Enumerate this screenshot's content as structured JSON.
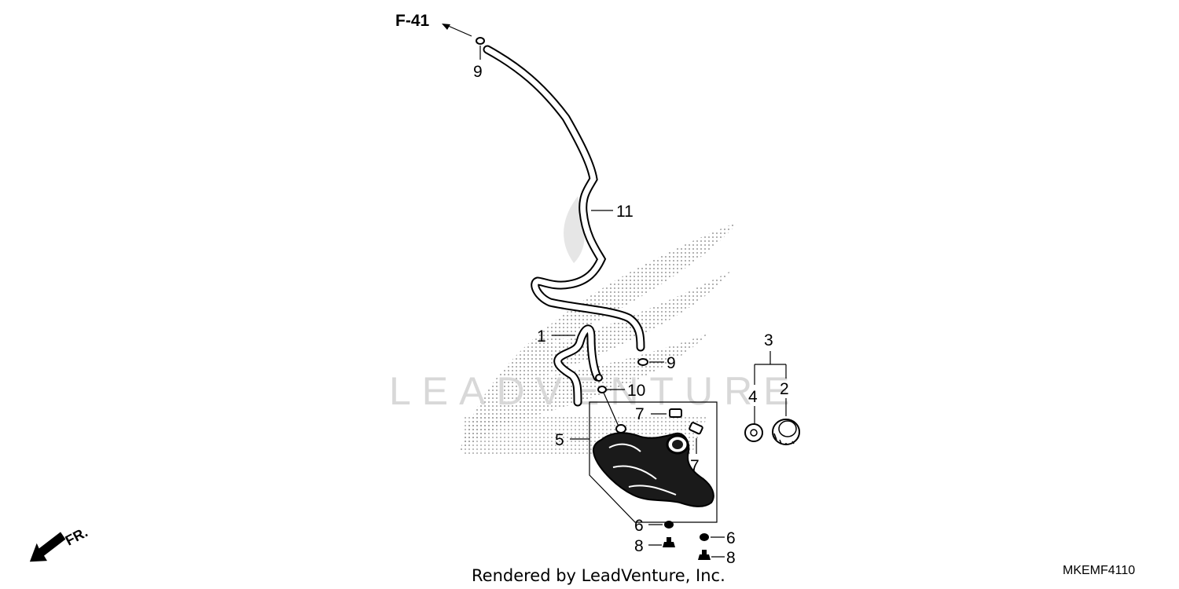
{
  "diagram": {
    "ref_label": "F-41",
    "front_label": "FR.",
    "credit": "Rendered by LeadVenture, Inc.",
    "drawing_code": "MKEMF4110",
    "watermark": "LEADVENTURE",
    "callouts": {
      "c1": "1",
      "c2": "2",
      "c3": "3",
      "c4": "4",
      "c5": "5",
      "c6a": "6",
      "c6b": "6",
      "c7a": "7",
      "c7b": "7",
      "c8a": "8",
      "c8b": "8",
      "c9a": "9",
      "c9b": "9",
      "c10": "10",
      "c11": "11"
    }
  }
}
